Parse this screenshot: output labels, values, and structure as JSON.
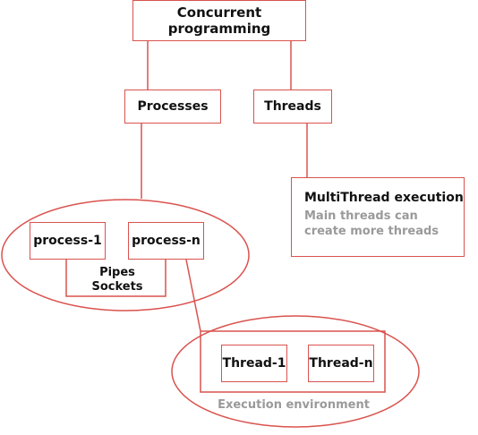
{
  "diagram": {
    "root": "Concurrent programming",
    "processes": "Processes",
    "threads": "Threads",
    "multithread": {
      "title": "MultiThread execution",
      "description": "Main threads can create more threads"
    },
    "process_1": "process-1",
    "process_n": "process-n",
    "ipc": [
      "Pipes",
      "Sockets"
    ],
    "thread_1": "Thread-1",
    "thread_n": "Thread-n",
    "environment_label": "Execution environment"
  },
  "colors": {
    "stroke": "#d9534f",
    "muted_text": "#9a9a9a",
    "text": "#111111"
  }
}
